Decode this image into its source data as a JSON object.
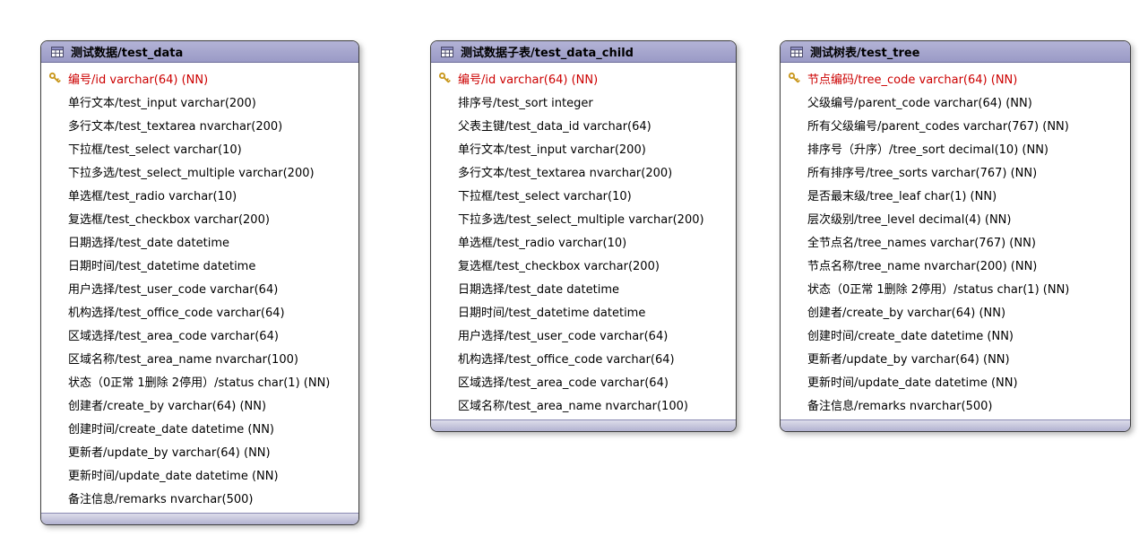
{
  "colors": {
    "header_bg_top": "#b3b3d6",
    "header_bg_bottom": "#9a9ac6",
    "footer_bg_top": "#dcdcea",
    "footer_bg_bottom": "#b2b2d0",
    "primary_key_text": "#cc0000",
    "key_icon_gold": "#c9971c"
  },
  "diagram": {
    "tables": [
      {
        "title": "测试数据/test_data",
        "fields": [
          {
            "label": "编号/id varchar(64) (NN)",
            "pk": true
          },
          {
            "label": "单行文本/test_input varchar(200)",
            "pk": false
          },
          {
            "label": "多行文本/test_textarea nvarchar(200)",
            "pk": false
          },
          {
            "label": "下拉框/test_select varchar(10)",
            "pk": false
          },
          {
            "label": "下拉多选/test_select_multiple varchar(200)",
            "pk": false
          },
          {
            "label": "单选框/test_radio varchar(10)",
            "pk": false
          },
          {
            "label": "复选框/test_checkbox varchar(200)",
            "pk": false
          },
          {
            "label": "日期选择/test_date datetime",
            "pk": false
          },
          {
            "label": "日期时间/test_datetime datetime",
            "pk": false
          },
          {
            "label": "用户选择/test_user_code varchar(64)",
            "pk": false
          },
          {
            "label": "机构选择/test_office_code varchar(64)",
            "pk": false
          },
          {
            "label": "区域选择/test_area_code varchar(64)",
            "pk": false
          },
          {
            "label": "区域名称/test_area_name nvarchar(100)",
            "pk": false
          },
          {
            "label": "状态（0正常 1删除 2停用）/status char(1) (NN)",
            "pk": false
          },
          {
            "label": "创建者/create_by varchar(64) (NN)",
            "pk": false
          },
          {
            "label": "创建时间/create_date datetime (NN)",
            "pk": false
          },
          {
            "label": "更新者/update_by varchar(64) (NN)",
            "pk": false
          },
          {
            "label": "更新时间/update_date datetime (NN)",
            "pk": false
          },
          {
            "label": "备注信息/remarks nvarchar(500)",
            "pk": false
          }
        ]
      },
      {
        "title": "测试数据子表/test_data_child",
        "fields": [
          {
            "label": "编号/id varchar(64) (NN)",
            "pk": true
          },
          {
            "label": "排序号/test_sort integer",
            "pk": false
          },
          {
            "label": "父表主键/test_data_id varchar(64)",
            "pk": false
          },
          {
            "label": "单行文本/test_input varchar(200)",
            "pk": false
          },
          {
            "label": "多行文本/test_textarea nvarchar(200)",
            "pk": false
          },
          {
            "label": "下拉框/test_select varchar(10)",
            "pk": false
          },
          {
            "label": "下拉多选/test_select_multiple varchar(200)",
            "pk": false
          },
          {
            "label": "单选框/test_radio varchar(10)",
            "pk": false
          },
          {
            "label": "复选框/test_checkbox varchar(200)",
            "pk": false
          },
          {
            "label": "日期选择/test_date datetime",
            "pk": false
          },
          {
            "label": "日期时间/test_datetime datetime",
            "pk": false
          },
          {
            "label": "用户选择/test_user_code varchar(64)",
            "pk": false
          },
          {
            "label": "机构选择/test_office_code varchar(64)",
            "pk": false
          },
          {
            "label": "区域选择/test_area_code varchar(64)",
            "pk": false
          },
          {
            "label": "区域名称/test_area_name nvarchar(100)",
            "pk": false
          }
        ]
      },
      {
        "title": "测试树表/test_tree",
        "fields": [
          {
            "label": "节点编码/tree_code varchar(64) (NN)",
            "pk": true
          },
          {
            "label": "父级编号/parent_code varchar(64) (NN)",
            "pk": false
          },
          {
            "label": "所有父级编号/parent_codes varchar(767) (NN)",
            "pk": false
          },
          {
            "label": "排序号（升序）/tree_sort decimal(10) (NN)",
            "pk": false
          },
          {
            "label": "所有排序号/tree_sorts varchar(767) (NN)",
            "pk": false
          },
          {
            "label": "是否最末级/tree_leaf char(1) (NN)",
            "pk": false
          },
          {
            "label": "层次级别/tree_level decimal(4) (NN)",
            "pk": false
          },
          {
            "label": "全节点名/tree_names varchar(767) (NN)",
            "pk": false
          },
          {
            "label": "节点名称/tree_name nvarchar(200) (NN)",
            "pk": false
          },
          {
            "label": "状态（0正常 1删除 2停用）/status char(1) (NN)",
            "pk": false
          },
          {
            "label": "创建者/create_by varchar(64) (NN)",
            "pk": false
          },
          {
            "label": "创建时间/create_date datetime (NN)",
            "pk": false
          },
          {
            "label": "更新者/update_by varchar(64) (NN)",
            "pk": false
          },
          {
            "label": "更新时间/update_date datetime (NN)",
            "pk": false
          },
          {
            "label": "备注信息/remarks nvarchar(500)",
            "pk": false
          }
        ]
      }
    ]
  }
}
